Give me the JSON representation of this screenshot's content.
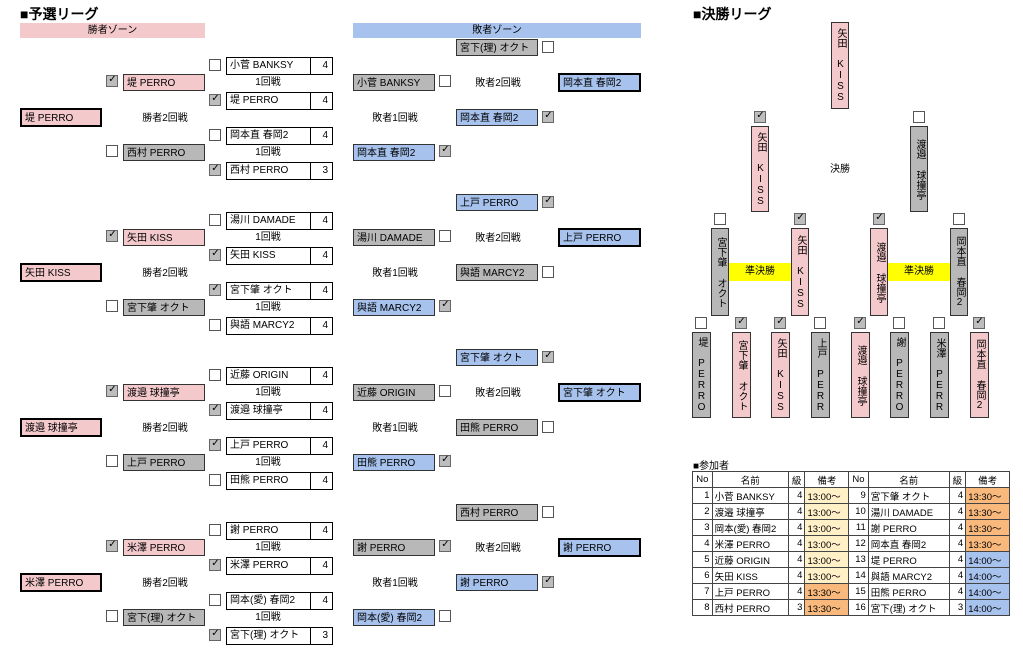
{
  "titles": {
    "prelim": "■予選リーグ",
    "final": "■決勝リーグ",
    "participants": "■参加者"
  },
  "zones": {
    "winners": "勝者ゾーン",
    "losers": "敗者ゾーン"
  },
  "labels": {
    "r1": "1回戦",
    "w2": "勝者2回戦",
    "l1": "敗者1回戦",
    "l2": "敗者2回戦",
    "final": "決勝",
    "semi": "準決勝"
  },
  "groups": [
    {
      "r1": [
        {
          "name": "小菅 BANKSY",
          "score": "4",
          "checked": false
        },
        {
          "name": "堤 PERRO",
          "score": "4",
          "checked": true
        },
        {
          "name": "岡本直 春岡2",
          "score": "4",
          "checked": false
        },
        {
          "name": "西村 PERRO",
          "score": "3",
          "checked": true
        }
      ],
      "w2": [
        {
          "name": "堤 PERRO",
          "checked": true
        },
        {
          "name": "西村 PERRO",
          "checked": false
        }
      ],
      "winner": "堤 PERRO",
      "l1": [
        {
          "name": "小菅 BANKSY",
          "checked": false
        },
        {
          "name": "岡本直 春岡2",
          "checked": true
        }
      ],
      "l2top": {
        "name": "宮下(理) オクト",
        "checked": false
      },
      "l1win": {
        "name": "岡本直 春岡2",
        "checked": true
      },
      "lwinner": "岡本直 春岡2"
    },
    {
      "r1": [
        {
          "name": "湯川 DAMADE",
          "score": "4",
          "checked": false
        },
        {
          "name": "矢田 KISS",
          "score": "4",
          "checked": true
        },
        {
          "name": "宮下肇 オクト",
          "score": "4",
          "checked": true
        },
        {
          "name": "與語 MARCY2",
          "score": "4",
          "checked": false
        }
      ],
      "w2": [
        {
          "name": "矢田 KISS",
          "checked": true
        },
        {
          "name": "宮下肇 オクト",
          "checked": false
        }
      ],
      "winner": "矢田 KISS",
      "l1": [
        {
          "name": "湯川 DAMADE",
          "checked": false
        },
        {
          "name": "與語 MARCY2",
          "checked": true
        }
      ],
      "l2top": {
        "name": "上戸 PERRO",
        "checked": true
      },
      "l1win": {
        "name": "與語 MARCY2",
        "checked": false
      },
      "lwinner": "上戸 PERRO"
    },
    {
      "r1": [
        {
          "name": "近藤 ORIGIN",
          "score": "4",
          "checked": false
        },
        {
          "name": "渡邉 球撞亭",
          "score": "4",
          "checked": true
        },
        {
          "name": "上戸 PERRO",
          "score": "4",
          "checked": true
        },
        {
          "name": "田熊 PERRO",
          "score": "4",
          "checked": false
        }
      ],
      "w2": [
        {
          "name": "渡邉 球撞亭",
          "checked": true
        },
        {
          "name": "上戸 PERRO",
          "checked": false
        }
      ],
      "winner": "渡邉 球撞亭",
      "l1": [
        {
          "name": "近藤 ORIGIN",
          "checked": false
        },
        {
          "name": "田熊 PERRO",
          "checked": true
        }
      ],
      "l2top": {
        "name": "宮下肇 オクト",
        "checked": true
      },
      "l1win": {
        "name": "田熊 PERRO",
        "checked": false
      },
      "lwinner": "宮下肇 オクト"
    },
    {
      "r1": [
        {
          "name": "謝 PERRO",
          "score": "4",
          "checked": false
        },
        {
          "name": "米澤 PERRO",
          "score": "4",
          "checked": true
        },
        {
          "name": "岡本(愛) 春岡2",
          "score": "4",
          "checked": false
        },
        {
          "name": "宮下(理) オクト",
          "score": "3",
          "checked": true
        }
      ],
      "w2": [
        {
          "name": "米澤 PERRO",
          "checked": true
        },
        {
          "name": "宮下(理) オクト",
          "checked": false
        }
      ],
      "winner": "米澤 PERRO",
      "l1": [
        {
          "name": "謝 PERRO",
          "checked": true
        },
        {
          "name": "岡本(愛) 春岡2",
          "checked": false
        }
      ],
      "l2top": {
        "name": "西村 PERRO",
        "checked": false
      },
      "l1win": {
        "name": "謝 PERRO",
        "checked": true
      },
      "lwinner": "謝 PERRO"
    }
  ],
  "final": {
    "champion": "矢田 KISS",
    "finalists": [
      {
        "name": "矢田 KISS",
        "checked": true,
        "color": "pink"
      },
      {
        "name": "渡邉 球撞亭",
        "checked": false,
        "color": "gray"
      }
    ],
    "semis": [
      {
        "name": "宮下肇 オクト",
        "checked": false,
        "color": "gray"
      },
      {
        "name": "矢田 KISS",
        "checked": true,
        "color": "pink"
      },
      {
        "name": "渡邉 球撞亭",
        "checked": true,
        "color": "pink"
      },
      {
        "name": "岡本直 春岡2",
        "checked": false,
        "color": "gray"
      }
    ],
    "qf": [
      {
        "name": "堤 PERRO",
        "checked": false,
        "color": "gray"
      },
      {
        "name": "宮下肇 オクト",
        "checked": true,
        "color": "pink"
      },
      {
        "name": "矢田 KISS",
        "checked": true,
        "color": "pink"
      },
      {
        "name": "上戸 PERRO",
        "checked": false,
        "color": "gray"
      },
      {
        "name": "渡邉 球撞亭",
        "checked": true,
        "color": "pink"
      },
      {
        "name": "謝 PERRO",
        "checked": false,
        "color": "gray"
      },
      {
        "name": "米澤 PERRO",
        "checked": false,
        "color": "gray"
      },
      {
        "name": "岡本直 春岡2",
        "checked": true,
        "color": "pink"
      }
    ]
  },
  "participants": {
    "headers": [
      "No",
      "名前",
      "級",
      "備考"
    ],
    "rows": [
      [
        {
          "no": "1",
          "name": "小菅 BANKSY",
          "lv": "4",
          "note": "13:00〜",
          "c": "o1"
        },
        {
          "no": "9",
          "name": "宮下肇 オクト",
          "lv": "4",
          "note": "13:30〜",
          "c": "o2"
        }
      ],
      [
        {
          "no": "2",
          "name": "渡邉 球撞亭",
          "lv": "4",
          "note": "13:00〜",
          "c": "o1"
        },
        {
          "no": "10",
          "name": "湯川 DAMADE",
          "lv": "4",
          "note": "13:30〜",
          "c": "o2"
        }
      ],
      [
        {
          "no": "3",
          "name": "岡本(愛) 春岡2",
          "lv": "4",
          "note": "13:00〜",
          "c": "o1"
        },
        {
          "no": "11",
          "name": "謝 PERRO",
          "lv": "4",
          "note": "13:30〜",
          "c": "o2"
        }
      ],
      [
        {
          "no": "4",
          "name": "米澤 PERRO",
          "lv": "4",
          "note": "13:00〜",
          "c": "o1"
        },
        {
          "no": "12",
          "name": "岡本直 春岡2",
          "lv": "4",
          "note": "13:30〜",
          "c": "o2"
        }
      ],
      [
        {
          "no": "5",
          "name": "近藤 ORIGIN",
          "lv": "4",
          "note": "13:00〜",
          "c": "o1"
        },
        {
          "no": "13",
          "name": "堤 PERRO",
          "lv": "4",
          "note": "14:00〜",
          "c": "b1"
        }
      ],
      [
        {
          "no": "6",
          "name": "矢田 KISS",
          "lv": "4",
          "note": "13:00〜",
          "c": "o1"
        },
        {
          "no": "14",
          "name": "與語 MARCY2",
          "lv": "4",
          "note": "14:00〜",
          "c": "b1"
        }
      ],
      [
        {
          "no": "7",
          "name": "上戸 PERRO",
          "lv": "4",
          "note": "13:30〜",
          "c": "o2"
        },
        {
          "no": "15",
          "name": "田熊 PERRO",
          "lv": "4",
          "note": "14:00〜",
          "c": "b1"
        }
      ],
      [
        {
          "no": "8",
          "name": "西村 PERRO",
          "lv": "3",
          "note": "13:30〜",
          "c": "o2"
        },
        {
          "no": "16",
          "name": "宮下(理) オクト",
          "lv": "3",
          "note": "14:00〜",
          "c": "b1"
        }
      ]
    ]
  }
}
